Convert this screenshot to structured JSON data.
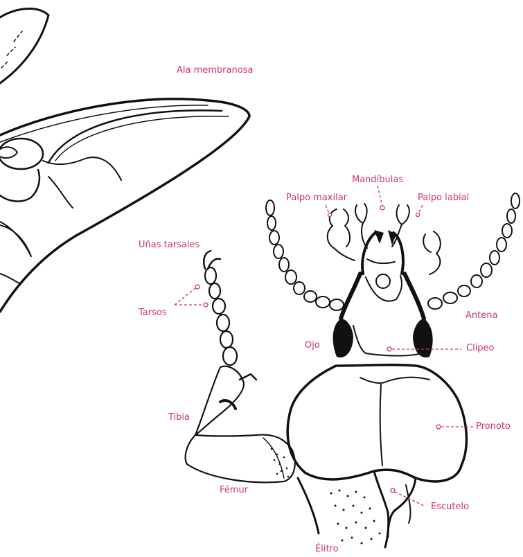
{
  "colors": {
    "label": "#d0336b",
    "ink": "#111111",
    "background": "#ffffff"
  },
  "labels": {
    "ala_membranosa": "Ala membranosa",
    "mandibulas": "Mandíbulas",
    "palpo_maxilar": "Palpo maxilar",
    "palpo_labial": "Palpo labial",
    "unas_tarsales": "Uñas tarsales",
    "tarsos": "Tarsos",
    "antena": "Antena",
    "ojo": "Ojo",
    "clipeo": "Clípeo",
    "tibia": "Tibia",
    "pronoto": "Pronoto",
    "femur": "Fémur",
    "escutelo": "Escutelo",
    "elitro": "Élitro"
  }
}
